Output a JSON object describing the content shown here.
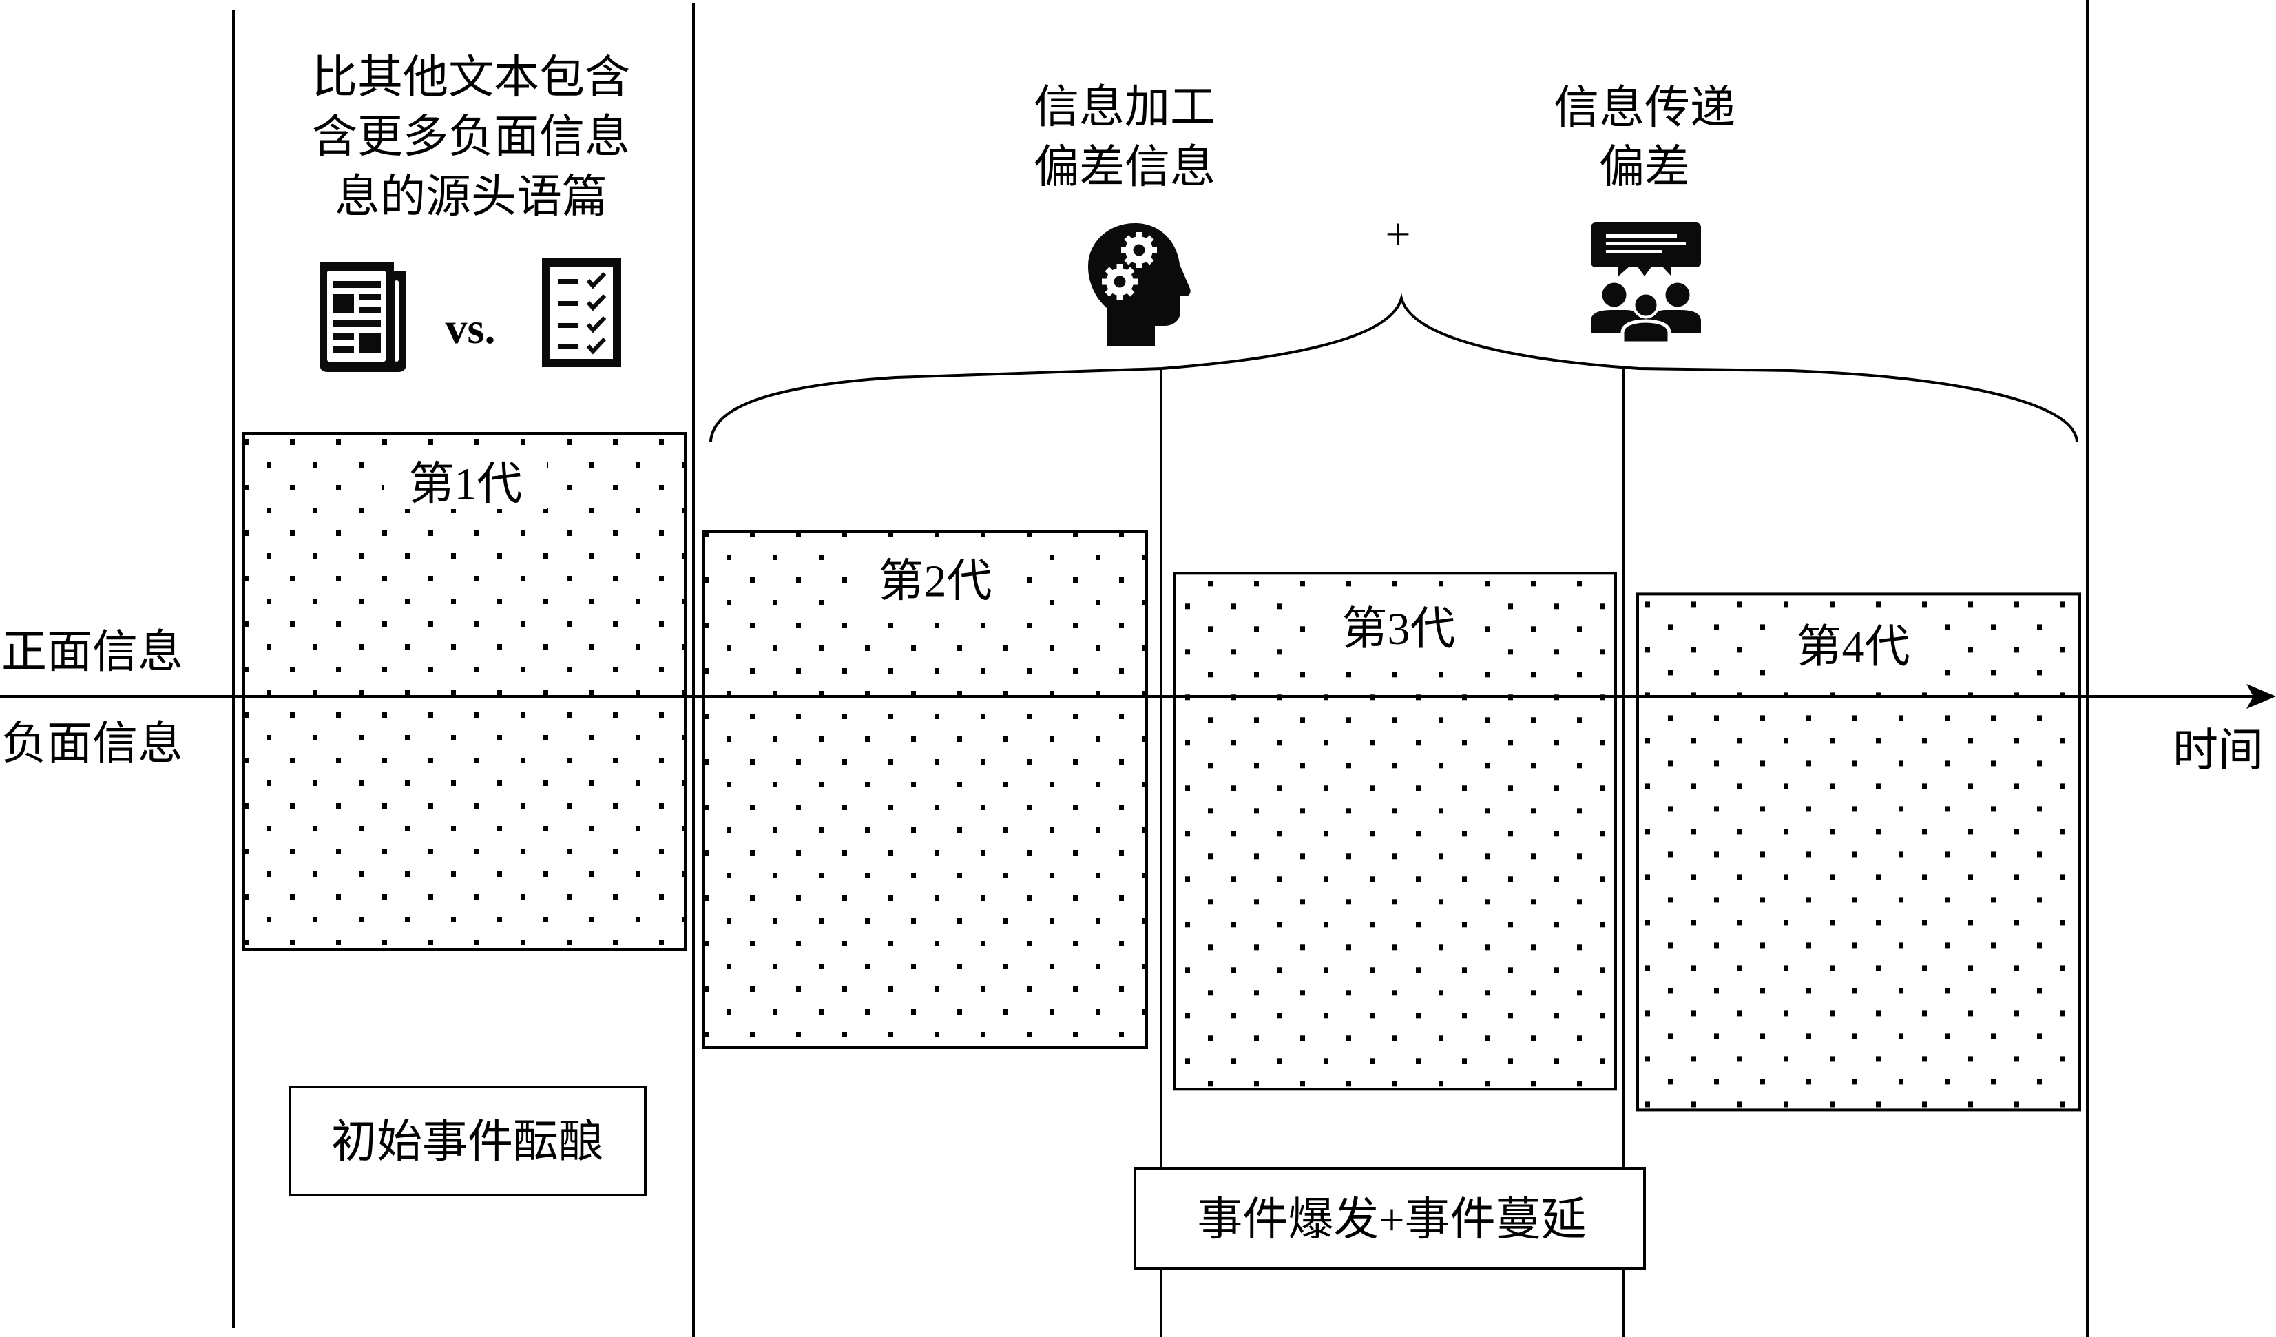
{
  "axis": {
    "positive_label": "正面信息",
    "negative_label": "负面信息",
    "time_label": "时间",
    "arrow_icon": "arrow-right-icon"
  },
  "source_phase": {
    "heading_lines": [
      "比其他文本包含",
      "含更多负面信息",
      "息的源头语篇"
    ],
    "comparison": {
      "left_icon": "newspaper-icon",
      "separator": "vs.",
      "right_icon": "checklist-icon"
    },
    "stage_label": "初始事件酝酿"
  },
  "bias_factors": {
    "processing": {
      "lines": [
        "信息加工",
        "偏差信息"
      ],
      "icon": "head-gears-icon"
    },
    "combinator": "+",
    "transmission": {
      "lines": [
        "信息传递",
        "偏差"
      ],
      "icon": "group-discussion-icon"
    }
  },
  "generations": [
    {
      "label": "第1代",
      "positive_share": 0.51
    },
    {
      "label": "第2代",
      "positive_share": 0.32
    },
    {
      "label": "第3代",
      "positive_share": 0.24
    },
    {
      "label": "第4代",
      "positive_share": 0.2
    }
  ],
  "spread_phase": {
    "stage_label": "事件爆发+事件蔓延"
  },
  "colors": {
    "ink": "#000000",
    "background": "#ffffff"
  }
}
